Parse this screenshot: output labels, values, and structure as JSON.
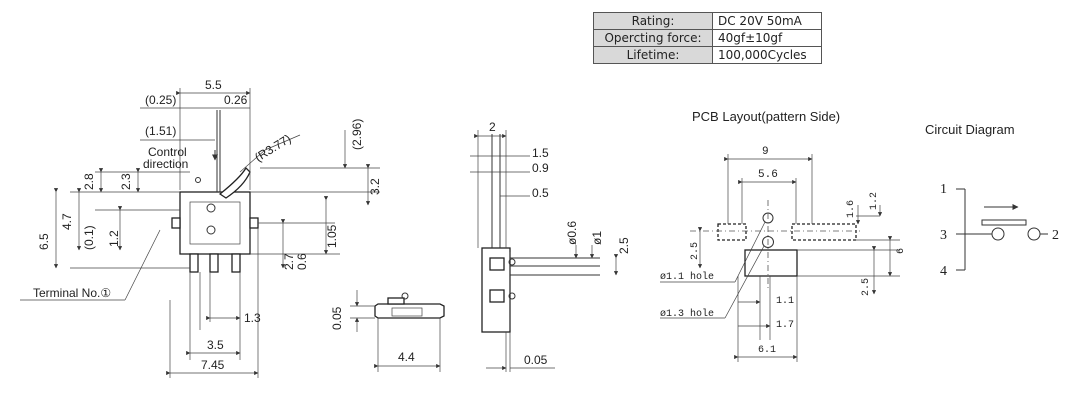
{
  "spec_table": [
    {
      "label": "Rating:",
      "value": "DC 20V  50mA"
    },
    {
      "label": "Opercting force:",
      "value": "40gf±10gf"
    },
    {
      "label": "Lifetime:",
      "value": "100,000Cycles"
    }
  ],
  "front_view": {
    "dims": {
      "d55": "5.5",
      "d025": "(0.25)",
      "d026": "0.26",
      "d151": "(1.51)",
      "r377": "(R3.77)",
      "d296": "(2.96)",
      "d28": "2.8",
      "d23": "2.3",
      "d32": "3.2",
      "d47": "4.7",
      "d01": "(0.1)",
      "d12": "1.2",
      "d65": "6.5",
      "d105": "1.05",
      "d27": "2.7",
      "d06": "0.6",
      "d13": "1.3",
      "d35": "3.5",
      "d745": "7.45"
    },
    "control_label_1": "Control",
    "control_label_2": "direction",
    "terminal_label": "Terminal No.①"
  },
  "bottom_view": {
    "dims": {
      "d005": "0.05",
      "d44": "4.4"
    }
  },
  "side_view": {
    "dims": {
      "d2": "2",
      "d15": "1.5",
      "d09": "0.9",
      "d05": "0.5",
      "d06": "ø0.6",
      "d1": "ø1",
      "d25": "2.5",
      "d005": "0.05"
    }
  },
  "pcb_layout": {
    "title": "PCB Layout(pattern Side)",
    "dims": {
      "d9": "9",
      "d56": "5.6",
      "d16": "1.6",
      "d12": "1.2",
      "d25l": "2.5",
      "d6": "6",
      "d25r": "2.5",
      "d11": "1.1",
      "d17": "1.7",
      "d61": "6.1"
    },
    "hole_small": "ø1.1 hole",
    "hole_large": "ø1.3 hole"
  },
  "circuit": {
    "title": "Circuit Diagram",
    "terminals": [
      "1",
      "3",
      "4",
      "2"
    ]
  }
}
